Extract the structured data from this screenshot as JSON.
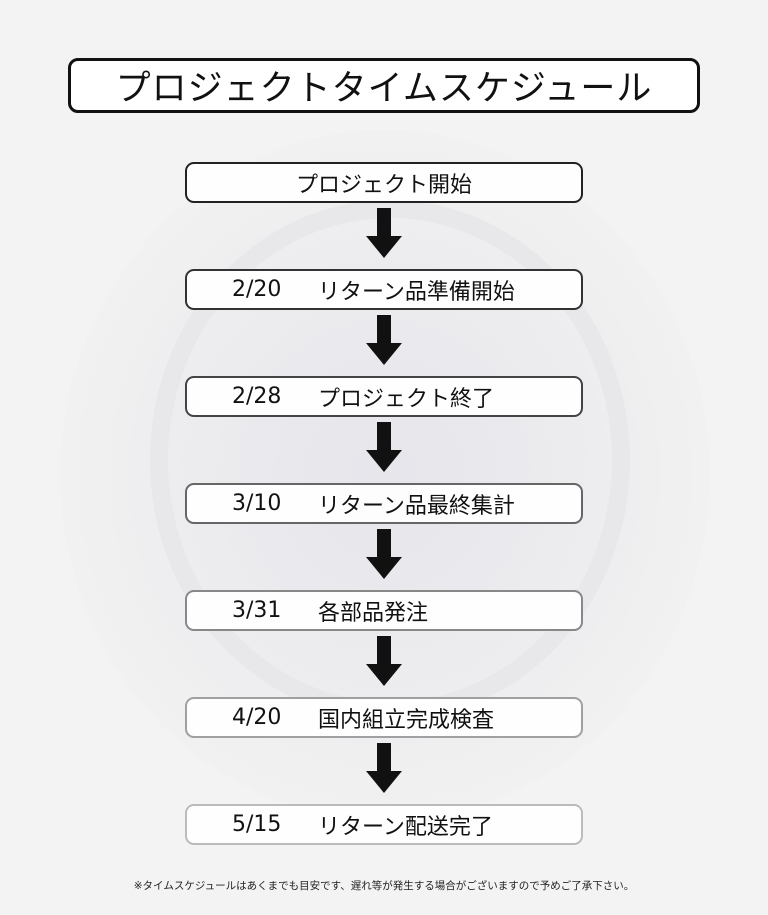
{
  "title": "プロジェクトタイムスケジュール",
  "steps": [
    {
      "date": "",
      "label": "プロジェクト開始",
      "border": "#222222"
    },
    {
      "date": "2/20",
      "label": "リターン品準備開始",
      "border": "#333333"
    },
    {
      "date": "2/28",
      "label": "プロジェクト終了",
      "border": "#444444"
    },
    {
      "date": "3/10",
      "label": "リターン品最終集計",
      "border": "#666666"
    },
    {
      "date": "3/31",
      "label": "各部品発注",
      "border": "#888888"
    },
    {
      "date": "4/20",
      "label": "国内組立完成検査",
      "border": "#a0a0a0"
    },
    {
      "date": "5/15",
      "label": "リターン配送完了",
      "border": "#bbbbbb"
    }
  ],
  "note": "※タイムスケジュールはあくまでも目安です、遅れ等が発生する場合がございますので予めご了承下さい。"
}
